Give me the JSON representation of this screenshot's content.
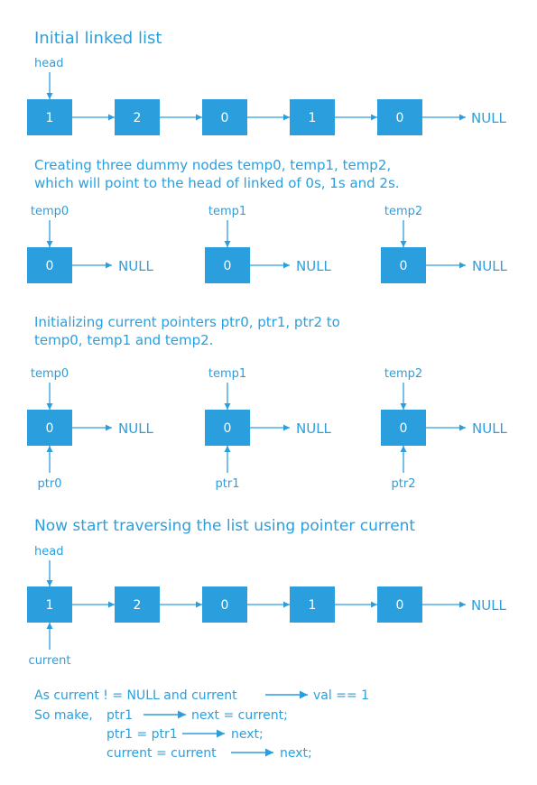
{
  "colors": {
    "accent": "#2b9fde",
    "node_text": "#ffffff",
    "background": "#ffffff"
  },
  "section1": {
    "title": "Initial linked list",
    "head_label": "head",
    "nodes": [
      "1",
      "2",
      "0",
      "1",
      "0"
    ],
    "terminal": "NULL"
  },
  "section2": {
    "line1": "Creating three dummy nodes temp0, temp1, temp2,",
    "line2": "which will point to the head of linked of 0s, 1s and 2s.",
    "groups": [
      {
        "label": "temp0",
        "value": "0",
        "terminal": "NULL"
      },
      {
        "label": "temp1",
        "value": "0",
        "terminal": "NULL"
      },
      {
        "label": "temp2",
        "value": "0",
        "terminal": "NULL"
      }
    ]
  },
  "section3": {
    "line1": "Initializing current pointers ptr0, ptr1, ptr2 to",
    "line2": "temp0, temp1 and temp2.",
    "groups": [
      {
        "label": "temp0",
        "value": "0",
        "terminal": "NULL",
        "pointer": "ptr0"
      },
      {
        "label": "temp1",
        "value": "0",
        "terminal": "NULL",
        "pointer": "ptr1"
      },
      {
        "label": "temp2",
        "value": "0",
        "terminal": "NULL",
        "pointer": "ptr2"
      }
    ]
  },
  "section4": {
    "title": "Now start traversing the list using pointer current",
    "head_label": "head",
    "nodes": [
      "1",
      "2",
      "0",
      "1",
      "0"
    ],
    "terminal": "NULL",
    "current_label": "current"
  },
  "code": {
    "line1_a": "As current ! = NULL  and  current",
    "line1_b": "val == 1",
    "line2_a": "So make,",
    "line2_b": "ptr1",
    "line2_c": "next = current;",
    "line3_a": "ptr1 = ptr1",
    "line3_b": "next;",
    "line4_a": "current = current",
    "line4_b": "next;"
  }
}
